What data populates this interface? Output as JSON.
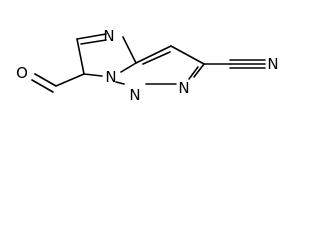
{
  "molecule": {
    "atoms": {
      "ring_n_top": "N",
      "ring_n_bridge": "N",
      "ring_n_bottom": "N",
      "ring_n_right": "N",
      "aldehyde_o": "O",
      "nitrile_n": "N"
    }
  }
}
